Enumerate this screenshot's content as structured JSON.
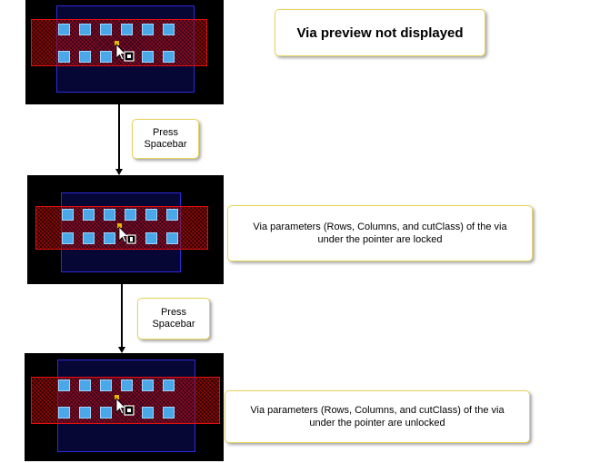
{
  "title_note": "Via preview not displayed",
  "press_label_1": "Press\nSpacebar",
  "press_label_2": "Press\nSpacebar",
  "locked_note": "Via parameters (Rows, Columns, and cutClass) of the via under the pointer are locked",
  "unlocked_note": "Via parameters (Rows, Columns, and cutClass) of the via under the pointer are unlocked",
  "colors": {
    "background": "#000000",
    "metal_top": "#2b2bd9",
    "metal_bottom": "#e01010",
    "via_cut": "#4aa8e8",
    "note_border": "#e8d35a"
  },
  "icons": [
    "pointer-cursor-icon",
    "via-preview-icon"
  ]
}
